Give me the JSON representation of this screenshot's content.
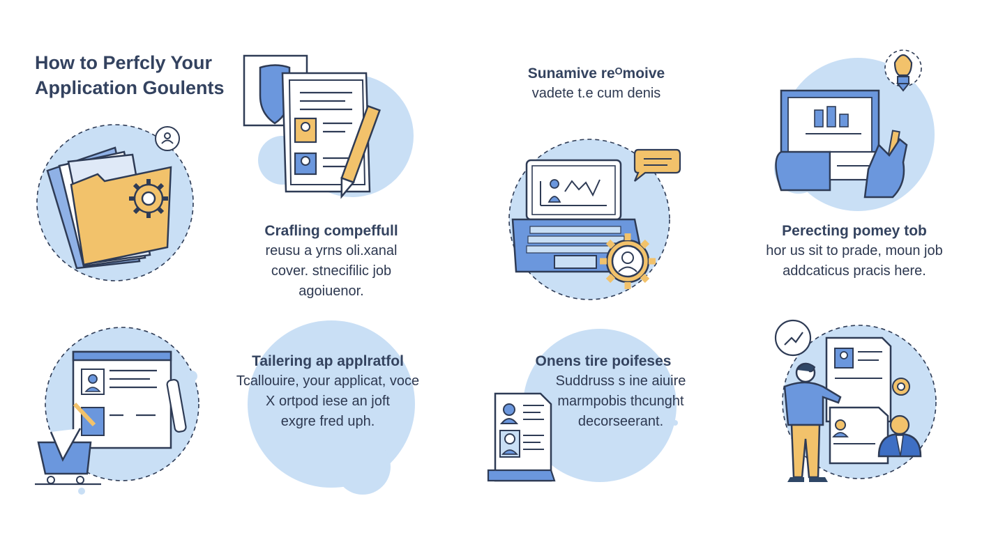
{
  "title_lines": [
    "How to Perfcly Your",
    "Application Goulents"
  ],
  "sections": [
    {
      "heading": "Crafling compeffull",
      "body": [
        "reusu a yrns  oli.xanal",
        "cover. stnecifilic job",
        "agoiuenor."
      ]
    },
    {
      "heading": "Sunamive reᴼmoive",
      "body": [
        "vadete t.e  cum denis"
      ]
    },
    {
      "heading": "Perecting pomey tob",
      "body": [
        "hor us sit to prade, moun job",
        "addcaticus pracis here."
      ]
    },
    {
      "heading": "Tailering ap applratfol",
      "body": [
        "Tcallouire, your applicat, voce",
        "X ortpod iese an joft",
        "exgre fred uph."
      ]
    },
    {
      "heading": "Onens tire poifeses",
      "body": [
        "Suddruss s ine aiuire",
        "marmpobis thcunght",
        "decorseerant."
      ]
    }
  ],
  "colors": {
    "blob": "#c9dff5",
    "blue": "#6b97dd",
    "darkblue": "#2f4766",
    "gold": "#f2c26b",
    "outline": "#2e3b55"
  },
  "icons": [
    "folder-gear-icon",
    "resume-shield-pencil-icon",
    "laptop-chart-icon",
    "presentation-hand-icon",
    "browser-cart-icon",
    "resume-documents-icon",
    "presenter-person-icon"
  ]
}
